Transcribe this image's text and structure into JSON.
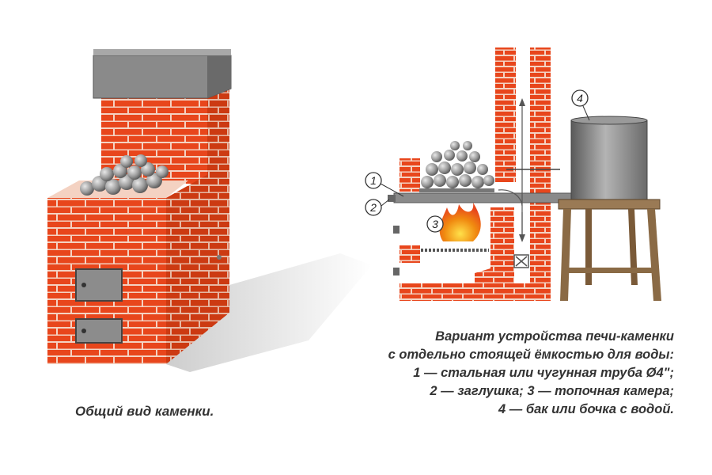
{
  "left_figure": {
    "caption": "Общий вид каменки."
  },
  "right_figure": {
    "caption_lines": [
      "Вариант устройства печи-каменки",
      "с отдельно стоящей ёмкостью для воды:",
      "1 — стальная или чугунная труба Ø4\";",
      "2 — заглушка; 3 — топочная камера;",
      "4 —  бак или бочка с водой."
    ],
    "callouts": [
      "1",
      "2",
      "3",
      "4"
    ]
  },
  "colors": {
    "brick": "#e8461c",
    "brick_dark": "#c2360f",
    "mortar": "#f4d2c2",
    "steel": "#7d7d7d",
    "stone": "#9a9a9a",
    "wood": "#9a7a55",
    "flame": "#f08a10"
  }
}
